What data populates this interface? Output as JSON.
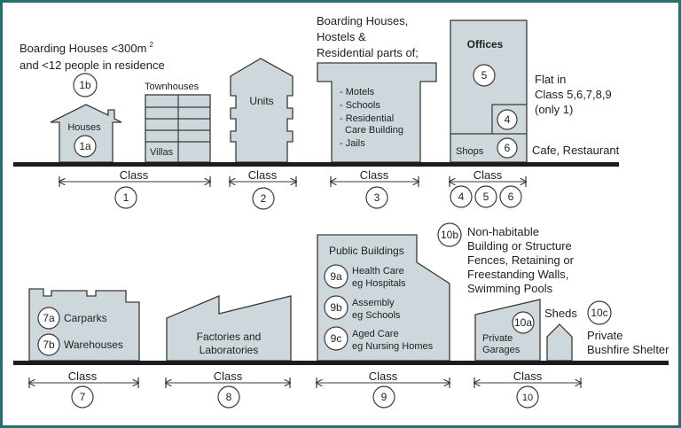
{
  "top": {
    "c1": {
      "note_line1": "Boarding Houses <300m",
      "note_sup": "2",
      "note_line2": "and <12 people in residence",
      "badge_1b": "1b",
      "houses": "Houses",
      "badge_1a": "1a",
      "townhouses": "Townhouses",
      "villas": "Villas",
      "class_label": "Class",
      "class_num": "1"
    },
    "c2": {
      "units": "Units",
      "class_label": "Class",
      "class_num": "2"
    },
    "c3": {
      "head_line1": "Boarding Houses,",
      "head_line2": "Hostels &",
      "head_line3": "Residential parts of;",
      "item1": "- Motels",
      "item2": "- Schools",
      "item3a": "- Residential",
      "item3b": "Care Building",
      "item4": "- Jails",
      "class_label": "Class",
      "class_num": "3"
    },
    "c456": {
      "offices": "Offices",
      "badge_5": "5",
      "badge_4": "4",
      "shops": "Shops",
      "badge_6": "6",
      "flat_line1": "Flat in",
      "flat_line2": "Class 5,6,7,8,9",
      "flat_line3": "(only 1)",
      "cafe": "Cafe, Restaurant",
      "class_label": "Class",
      "nums": [
        "4",
        "5",
        "6"
      ]
    }
  },
  "bottom": {
    "c7": {
      "badge_7a": "7a",
      "carparks": "Carparks",
      "badge_7b": "7b",
      "warehouses": "Warehouses",
      "class_label": "Class",
      "class_num": "7"
    },
    "c8": {
      "line1": "Factories and",
      "line2": "Laboratories",
      "class_label": "Class",
      "class_num": "8"
    },
    "c9": {
      "public": "Public Buildings",
      "badge_9a": "9a",
      "health1": "Health Care",
      "health2": "eg Hospitals",
      "badge_9b": "9b",
      "assembly1": "Assembly",
      "assembly2": "eg Schools",
      "badge_9c": "9c",
      "aged1": "Aged Care",
      "aged2": "eg Nursing Homes",
      "class_label": "Class",
      "class_num": "9"
    },
    "c10": {
      "badge_10b": "10b",
      "nh1": "Non-habitable",
      "nh2": "Building or Structure",
      "nh3": "Fences, Retaining or",
      "nh4": "Freestanding Walls,",
      "nh5": "Swimming Pools",
      "badge_10a": "10a",
      "garage1": "Private",
      "garage2": "Garages",
      "sheds": "Sheds",
      "badge_10c": "10c",
      "shelter1": "Private",
      "shelter2": "Bushfire Shelter",
      "class_label": "Class",
      "class_num": "10"
    }
  }
}
